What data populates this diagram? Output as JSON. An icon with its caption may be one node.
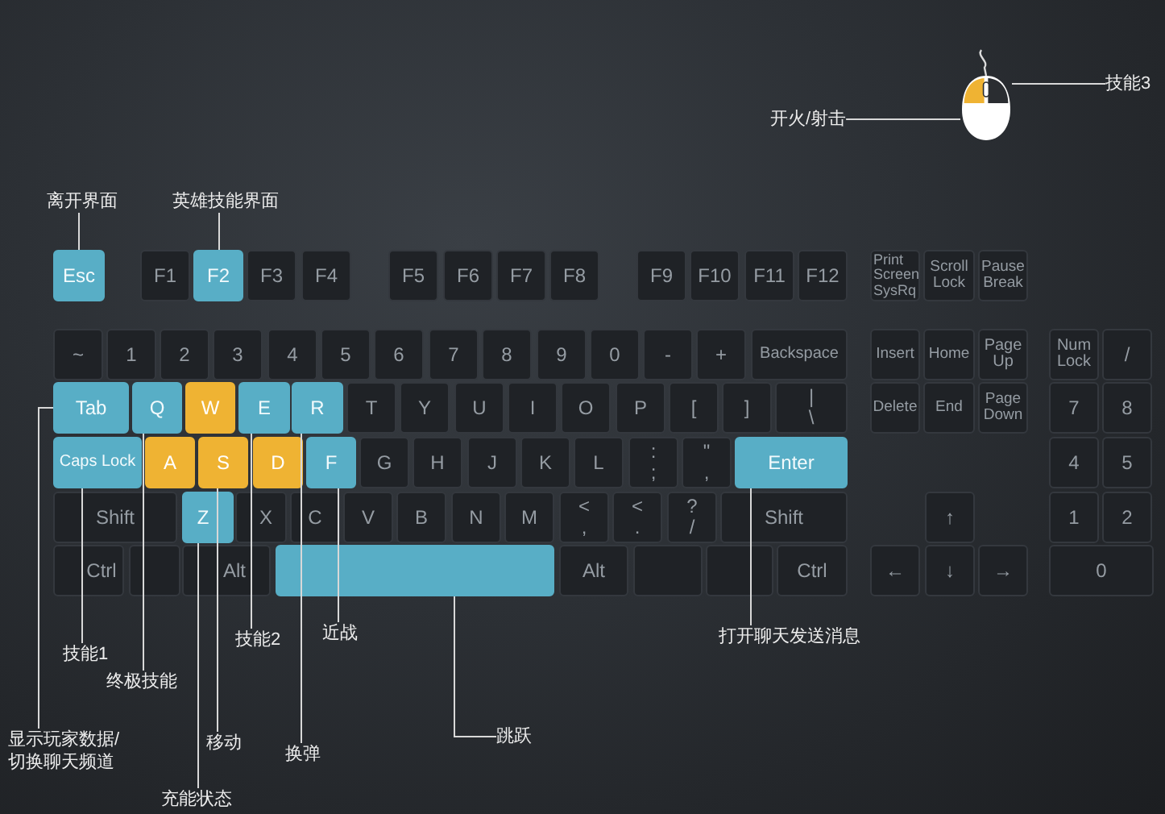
{
  "diagram": {
    "nodes": [
      {
        "text": [
          "技能3"
        ]
      },
      {
        "text": [
          "开火/射击"
        ]
      },
      {
        "text": [],
        "shape": "picture"
      },
      {
        "text": [
          "离开界面"
        ]
      },
      {
        "text": [
          "英雄技能界面"
        ]
      },
      {
        "text": [
          "Esc"
        ]
      },
      {
        "text": [
          "F1"
        ]
      },
      {
        "text": [
          "F2"
        ]
      },
      {
        "text": [
          "F3"
        ]
      },
      {
        "text": [
          "F4"
        ]
      },
      {
        "text": [
          "F5"
        ]
      },
      {
        "text": [
          "F6"
        ]
      },
      {
        "text": [
          "F7"
        ]
      },
      {
        "text": [
          "F8"
        ]
      },
      {
        "text": [
          "F9"
        ]
      },
      {
        "text": [
          "F10"
        ]
      },
      {
        "text": [
          "F11"
        ]
      },
      {
        "text": [
          "F12"
        ]
      },
      {
        "text": [
          "Print Screen SysRq"
        ]
      },
      {
        "text": [
          "Scroll Lock"
        ]
      },
      {
        "text": [
          "Pause Break"
        ]
      },
      {
        "text": [
          "~"
        ]
      },
      {
        "text": [
          "1"
        ]
      },
      {
        "text": [
          "2"
        ]
      },
      {
        "text": [
          "3"
        ]
      },
      {
        "text": [
          "4"
        ]
      },
      {
        "text": [
          "5"
        ]
      },
      {
        "text": [
          "6"
        ]
      },
      {
        "text": [
          "7"
        ]
      },
      {
        "text": [
          "8"
        ]
      },
      {
        "text": [
          "9"
        ]
      },
      {
        "text": [
          "0"
        ]
      },
      {
        "text": [
          "-"
        ]
      },
      {
        "text": [
          "+"
        ]
      },
      {
        "text": [
          "Backspace"
        ]
      },
      {
        "text": [
          "Insert"
        ]
      },
      {
        "text": [
          "Home"
        ]
      },
      {
        "text": [
          "Page Up"
        ]
      },
      {
        "text": [
          "Num Lock"
        ]
      },
      {
        "text": [
          "/"
        ]
      },
      {
        "text": [
          "Tab"
        ]
      },
      {
        "text": [
          "Q"
        ]
      },
      {
        "text": [
          "W"
        ]
      },
      {
        "text": [
          "E"
        ]
      },
      {
        "text": [
          "R"
        ]
      },
      {
        "text": [
          "T"
        ]
      },
      {
        "text": [
          "Y"
        ]
      },
      {
        "text": [
          "U"
        ]
      },
      {
        "text": [
          "I"
        ]
      },
      {
        "text": [
          "O"
        ]
      },
      {
        "text": [
          "P"
        ]
      },
      {
        "text": [
          "["
        ]
      },
      {
        "text": [
          "]"
        ]
      },
      {
        "text": [
          "| \\"
        ]
      },
      {
        "text": [
          "Delete"
        ]
      },
      {
        "text": [
          "End"
        ]
      },
      {
        "text": [
          "Page Down"
        ]
      },
      {
        "text": [
          "7"
        ]
      },
      {
        "text": [
          "8"
        ]
      },
      {
        "text": [
          "Caps Lock"
        ]
      },
      {
        "text": [
          "A"
        ]
      },
      {
        "text": [
          "S"
        ]
      },
      {
        "text": [
          "D"
        ]
      },
      {
        "text": [
          "F"
        ]
      },
      {
        "text": [
          "G"
        ]
      },
      {
        "text": [
          "H"
        ]
      },
      {
        "text": [
          "J"
        ]
      },
      {
        "text": [
          "K"
        ]
      },
      {
        "text": [
          "L"
        ]
      },
      {
        "text": [
          ": ;"
        ]
      },
      {
        "text": [
          "\" ,"
        ]
      },
      {
        "text": [
          "Enter"
        ]
      },
      {
        "text": [
          "4"
        ]
      },
      {
        "text": [
          "5"
        ]
      },
      {
        "text": [
          "Shift"
        ]
      },
      {
        "text": [
          "Z"
        ]
      },
      {
        "text": [
          "X"
        ]
      },
      {
        "text": [
          "C"
        ]
      },
      {
        "text": [
          "V"
        ]
      },
      {
        "text": [
          "B"
        ]
      },
      {
        "text": [
          "N"
        ]
      },
      {
        "text": [
          "M"
        ]
      },
      {
        "text": [
          "< ,"
        ]
      },
      {
        "text": [
          "< ."
        ]
      },
      {
        "text": [
          "? /"
        ]
      },
      {
        "text": [
          "Shift"
        ]
      },
      {
        "text": [
          "↑"
        ]
      },
      {
        "text": [
          "1"
        ]
      },
      {
        "text": [
          "2"
        ]
      },
      {
        "text": [
          "Ctrl"
        ]
      },
      {
        "text": [],
        "shape": "box"
      },
      {
        "text": [
          "Alt"
        ]
      },
      {
        "text": [],
        "shape": "box"
      },
      {
        "text": [
          "Alt"
        ]
      },
      {
        "text": [],
        "shape": "box"
      },
      {
        "text": [],
        "shape": "box"
      },
      {
        "text": [
          "Ctrl"
        ]
      },
      {
        "text": [
          "←"
        ]
      },
      {
        "text": [
          "↓"
        ]
      },
      {
        "text": [
          "→"
        ]
      },
      {
        "text": [
          "0"
        ]
      },
      {
        "text": [
          "近战"
        ]
      },
      {
        "text": [
          "打开聊天发送消息"
        ]
      },
      {
        "text": [
          "技能2"
        ]
      },
      {
        "text": [
          "技能1"
        ]
      },
      {
        "text": [
          "终极技能"
        ]
      },
      {
        "text": [
          "跳跃"
        ]
      },
      {
        "text": [
          "显示玩家数据/切换聊天频道"
        ]
      },
      {
        "text": [
          "移动"
        ]
      },
      {
        "text": [
          "换弹"
        ]
      },
      {
        "text": [
          "充能状态"
        ]
      }
    ],
    "edges": [
      {
        "from": 0,
        "to": 2,
        "arrow": "none"
      },
      {
        "from": 1,
        "to": 2,
        "arrow": "none"
      },
      {
        "from": 3,
        "to": 5,
        "arrow": "none"
      },
      {
        "from": 4,
        "to": 7,
        "arrow": "none"
      },
      {
        "from": 101,
        "to": 63,
        "arrow": "none"
      },
      {
        "from": 102,
        "to": 71,
        "arrow": "none"
      },
      {
        "from": 103,
        "to": 43,
        "arrow": "none"
      },
      {
        "from": 104,
        "to": 59,
        "arrow": "none"
      },
      {
        "from": 105,
        "to": 41,
        "arrow": "none"
      },
      {
        "from": 106,
        "to": 92,
        "arrow": "none"
      },
      {
        "from": 107,
        "to": 40,
        "arrow": "none"
      },
      {
        "from": 108,
        "to": 61,
        "arrow": "none"
      },
      {
        "from": 109,
        "to": 44,
        "arrow": "none"
      },
      {
        "from": 110,
        "to": 75,
        "arrow": "none"
      }
    ]
  }
}
